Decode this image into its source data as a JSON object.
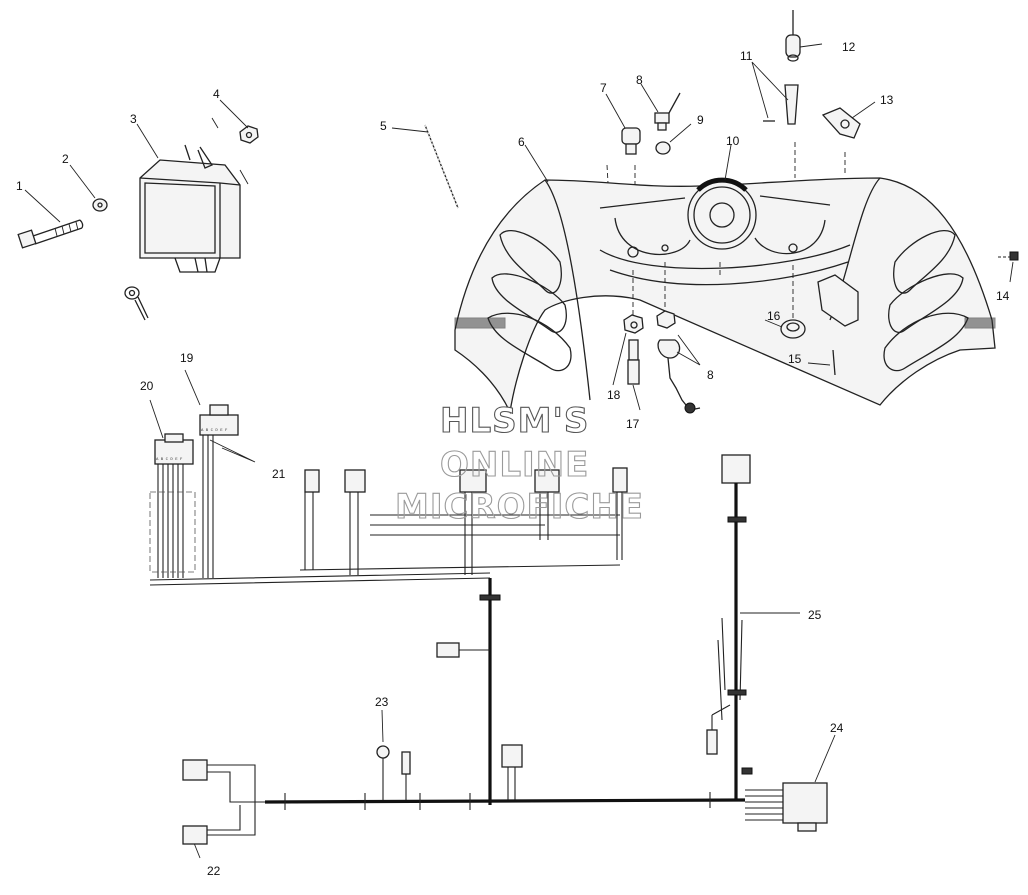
{
  "callouts": {
    "c1": "1",
    "c2": "2",
    "c3": "3",
    "c4": "4",
    "c5": "5",
    "c6": "6",
    "c7": "7",
    "c8a": "8",
    "c8b": "8",
    "c9": "9",
    "c10": "10",
    "c11": "11",
    "c12": "12",
    "c13": "13",
    "c14": "14",
    "c15": "15",
    "c16": "16",
    "c17": "17",
    "c18": "18",
    "c19": "19",
    "c20": "20",
    "c21": "21",
    "c22": "22",
    "c23": "23",
    "c24": "24",
    "c25": "25"
  },
  "connector_pins": {
    "block19": "A B C D E F",
    "block20": "A B C D E F"
  },
  "watermark": {
    "line1": "HLSM'S",
    "line2": "ONLINE",
    "line3": "MICROFICHE"
  }
}
